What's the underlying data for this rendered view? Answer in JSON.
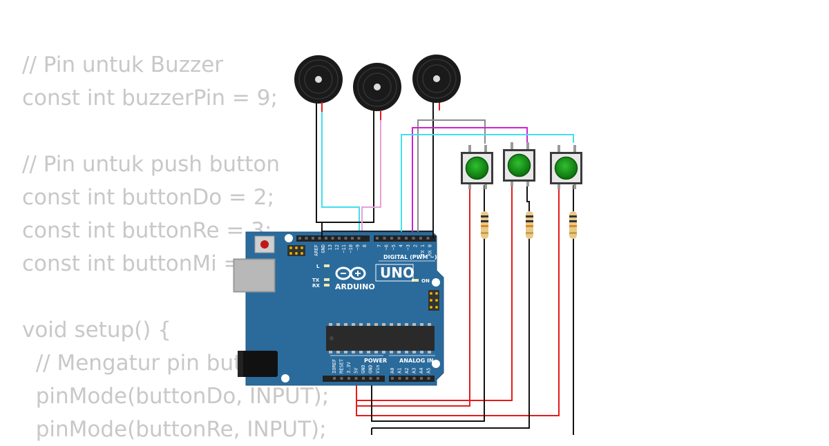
{
  "code_lines": [
    "// Pin untuk Buzzer",
    "const int buzzerPin = 9;",
    "",
    "// Pin untuk push button",
    "const int buttonDo = 2;",
    "const int buttonRe = 3;",
    "const int buttonMi = 4;",
    "",
    "void setup() {",
    "  // Mengatur pin button",
    "  pinMode(buttonDo, INPUT);",
    "  pinMode(buttonRe, INPUT);"
  ],
  "board": {
    "brand": "ARDUINO",
    "model": "UNO",
    "digital_label": "DIGITAL (PWM ~)",
    "power_label": "POWER",
    "analog_label": "ANALOG IN",
    "on_label": "ON",
    "l_label": "L",
    "tx_label": "TX",
    "rx_label": "RX",
    "top_pins": [
      "AREF",
      "GND",
      "13",
      "12",
      "~11",
      "~10",
      "~9",
      "8",
      "7",
      "~6",
      "~5",
      "4",
      "~3",
      "2",
      "TX 1",
      "RX 0"
    ],
    "power_pins": [
      "IOREF",
      "RESET",
      "3.3V",
      "5V",
      "GND",
      "GND",
      "Vin"
    ],
    "analog_pins": [
      "A0",
      "A1",
      "A2",
      "A3",
      "A4",
      "A5"
    ]
  },
  "colors": {
    "board": "#2b6b9c",
    "wire_red": "#e31b1b",
    "wire_black": "#111111",
    "wire_cyan": "#3fe0ee",
    "wire_pink": "#e8a0d8",
    "wire_magenta": "#d020d0",
    "wire_gray": "#8a8a8a",
    "button_cap": "#1a9a1a",
    "code_text": "#c8c8c8"
  }
}
